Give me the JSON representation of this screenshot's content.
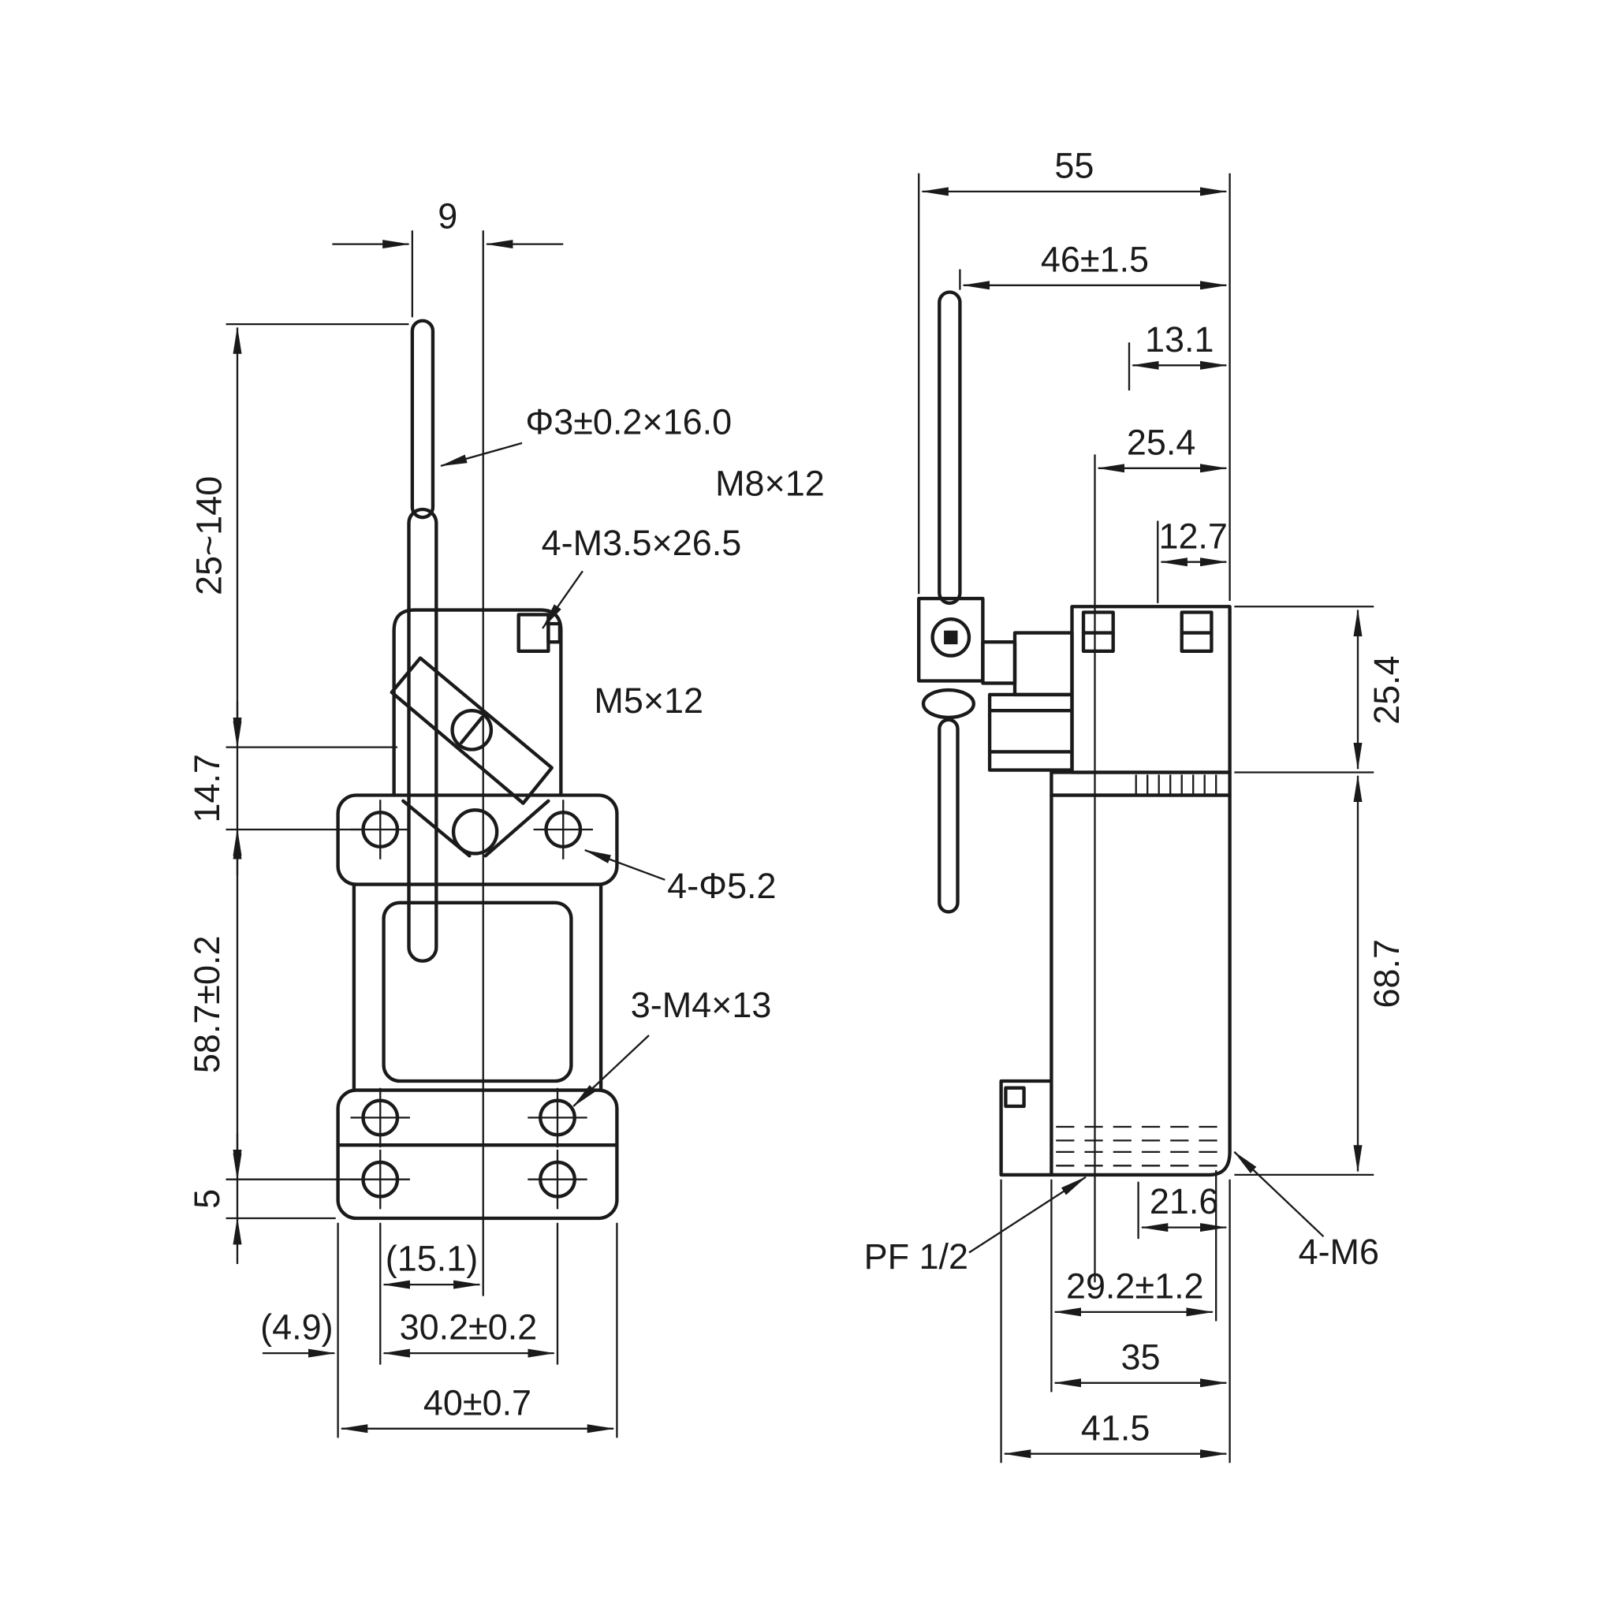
{
  "drawing": {
    "front_view": {
      "dims": {
        "rod_offset": "9",
        "lever_range": "25~140",
        "head_offset": "14.7",
        "body_height": "58.7±0.2",
        "foot_offset": "5",
        "edge_offset": "(4.9)",
        "center_offset": "(15.1)",
        "hole_spacing": "30.2±0.2",
        "overall_width": "40±0.7"
      },
      "labels": {
        "rod_spec": "Φ3±0.2×16.0",
        "shaft_thread": "M8×12",
        "head_screws": "4-M3.5×26.5",
        "clamp_screw": "M5×12",
        "mount_holes": "4-Φ5.2",
        "cover_screws": "3-M4×13"
      }
    },
    "side_view": {
      "dims": {
        "overall_depth": "55",
        "lever_offset": "46±1.5",
        "top_offset": "13.1",
        "head_depth": "25.4",
        "screw_offset": "12.7",
        "head_height": "25.4",
        "body_height": "68.7",
        "conduit_offset": "21.6",
        "mount_depth": "29.2±1.2",
        "body_depth": "35",
        "base_depth": "41.5"
      },
      "labels": {
        "conduit_thread": "PF 1/2",
        "mount_thread": "4-M6"
      }
    }
  }
}
